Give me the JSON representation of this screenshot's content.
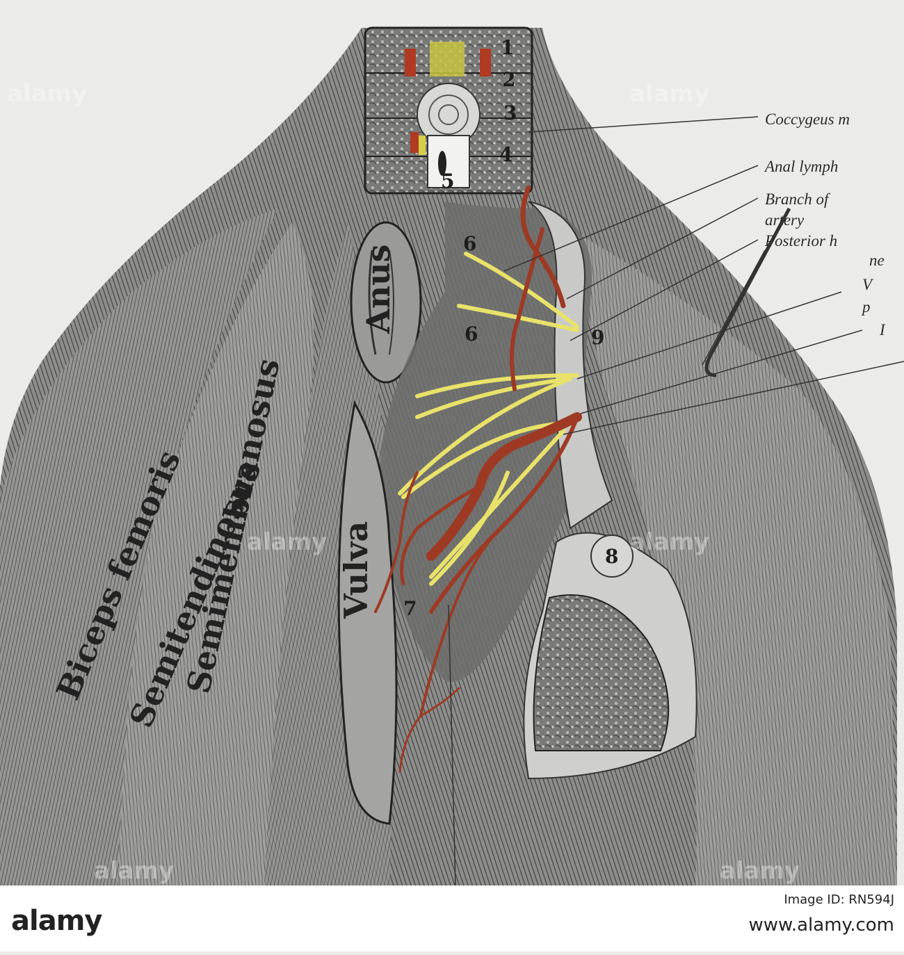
{
  "labels": {
    "coccygeus": "Coccygeus m",
    "anal_lymph": "Anal lymph",
    "branch_of": "Branch of",
    "artery": "artery",
    "posterior": "Posterior h",
    "ne": "ne",
    "v": "V",
    "p": "p",
    "i": "I"
  },
  "muscles": {
    "biceps": "Biceps femoris",
    "semitendinosus": "Semitendinosus",
    "semimembranosus": "Semimembranosus",
    "anus": "Anus",
    "vulva": "Vulva"
  },
  "numbers": [
    "1",
    "2",
    "3",
    "4",
    "5",
    "6",
    "6",
    "7",
    "8",
    "9"
  ],
  "colors": {
    "artery": "#9e3a24",
    "nerve": "#e8e26a",
    "muscle_dark": "#3a3a3a",
    "muscle_light": "#bdbdbb"
  },
  "footer": {
    "logo": "alamy",
    "image_id": "Image ID: RN594J",
    "site": "www.alamy.com"
  },
  "watermark": "alamy"
}
